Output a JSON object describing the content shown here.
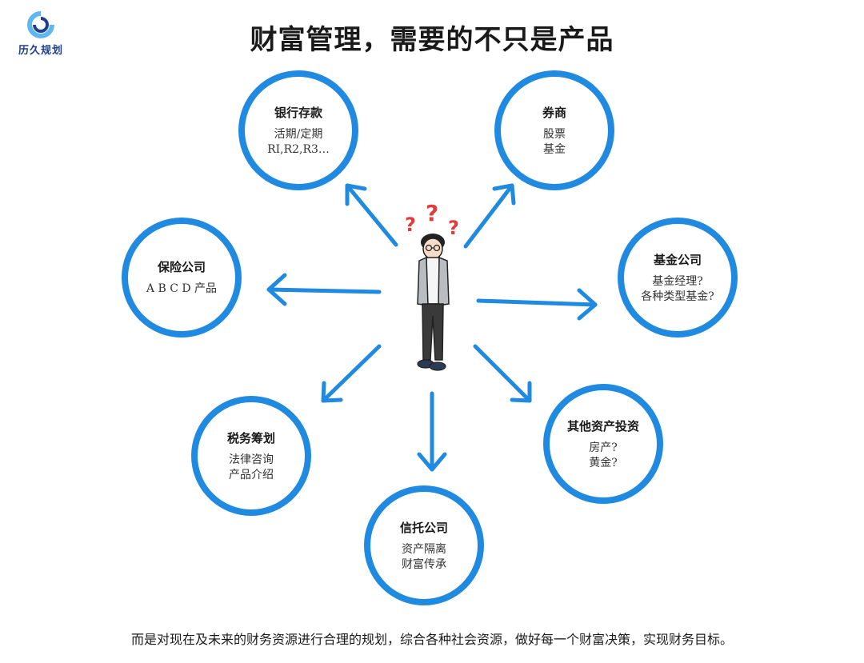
{
  "logo": {
    "text": "历久规划"
  },
  "title": "财富管理，需要的不只是产品",
  "nodes": [
    {
      "id": "bank",
      "title": "银行存款",
      "lines": [
        "活期/定期",
        "RI,R2,R3…"
      ]
    },
    {
      "id": "broker",
      "title": "券商",
      "lines": [
        "股票",
        "基金"
      ]
    },
    {
      "id": "insurance",
      "title": "保险公司",
      "lines": [
        "A B C D 产品"
      ]
    },
    {
      "id": "fund",
      "title": "基金公司",
      "lines": [
        "基金经理?",
        "各种类型基金?"
      ]
    },
    {
      "id": "tax",
      "title": "税务筹划",
      "lines": [
        "法律咨询",
        "产品介绍"
      ]
    },
    {
      "id": "other",
      "title": "其他资产投资",
      "lines": [
        "房产?",
        "黄金?"
      ]
    },
    {
      "id": "trust",
      "title": "信托公司",
      "lines": [
        "资产隔离",
        "财富传承"
      ]
    }
  ],
  "center": {
    "marks": [
      "?",
      "?",
      "?"
    ]
  },
  "footer": "而是对现在及未来的财务资源进行合理的规划，综合各种社会资源，做好每一个财富决策，实现财务目标。",
  "colors": {
    "accent": "#1f8ae0",
    "question": "#e23b3b",
    "logo": "#1f3f8f"
  }
}
